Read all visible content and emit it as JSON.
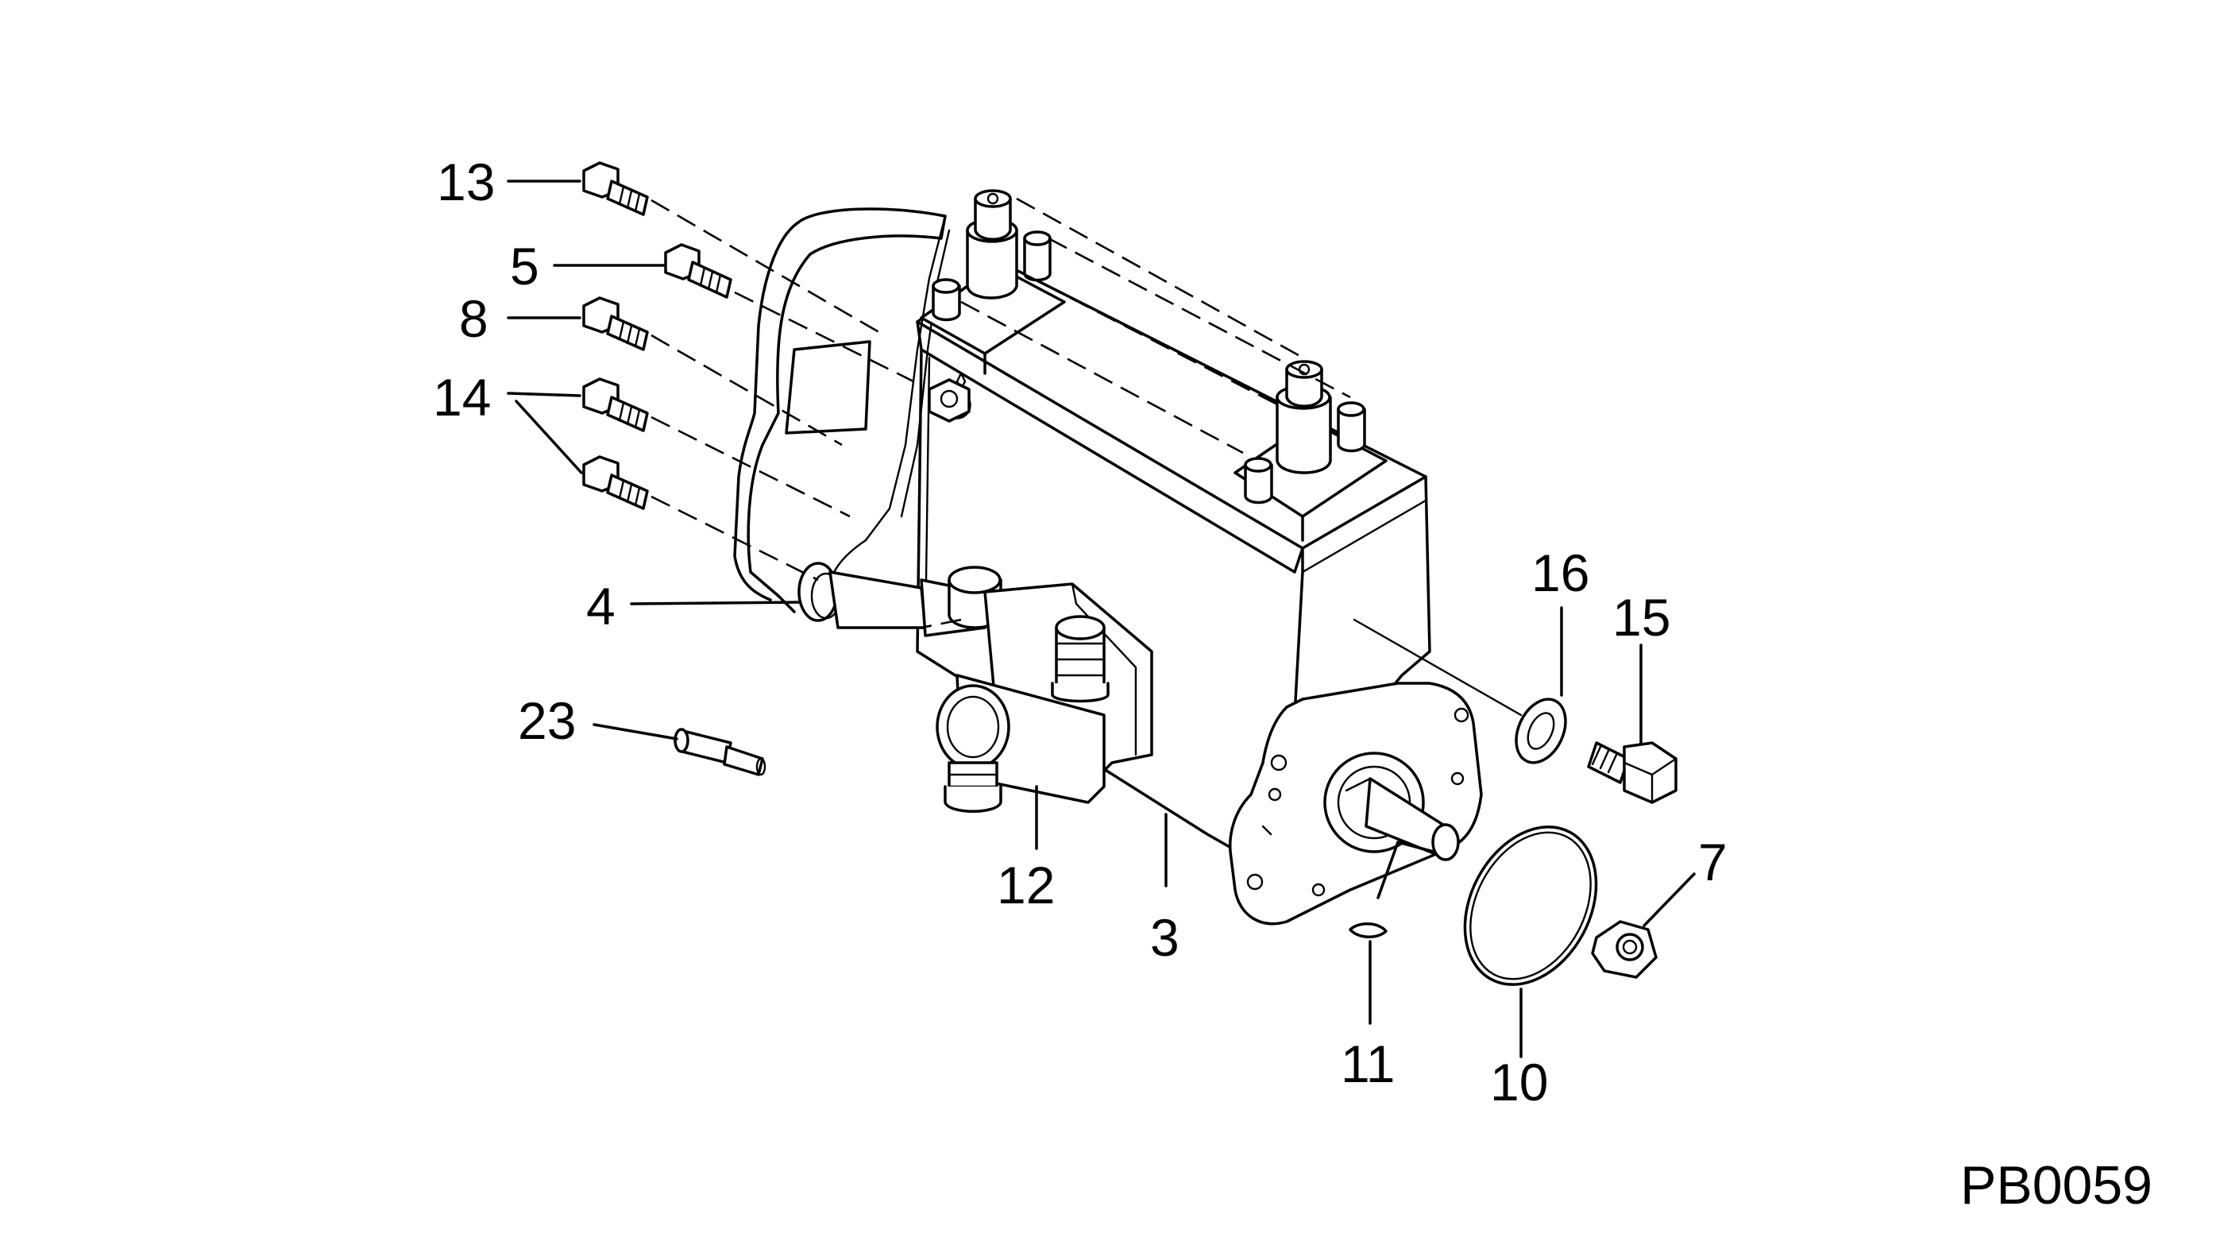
{
  "drawing": {
    "id": "PB0059"
  },
  "callouts": [
    {
      "key": "c13",
      "label": "13"
    },
    {
      "key": "c5",
      "label": "5"
    },
    {
      "key": "c8",
      "label": "8"
    },
    {
      "key": "c14",
      "label": "14"
    },
    {
      "key": "c4",
      "label": "4"
    },
    {
      "key": "c23",
      "label": "23"
    },
    {
      "key": "c12",
      "label": "12"
    },
    {
      "key": "c3",
      "label": "3"
    },
    {
      "key": "c11",
      "label": "11"
    },
    {
      "key": "c10",
      "label": "10"
    },
    {
      "key": "c16",
      "label": "16"
    },
    {
      "key": "c15",
      "label": "15"
    },
    {
      "key": "c7",
      "label": "7"
    }
  ]
}
